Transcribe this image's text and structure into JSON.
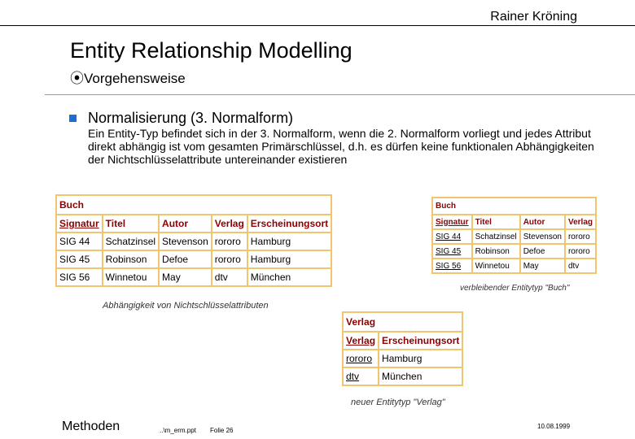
{
  "header": {
    "author": "Rainer Kröning"
  },
  "slide": {
    "title": "Entity Relationship Modelling",
    "subtitle": "⦿Vorgehensweise",
    "bullet": "Normalisierung (3. Normalform)",
    "paragraph": "Ein Entity-Typ befindet sich in der 3. Normalform, wenn die 2. Normalform vorliegt und jedes Attribut direkt abhängig ist vom gesamten Primärschlüssel, d.h. es dürfen keine funktionalen Abhängigkeiten der Nichtschlüsselattribute untereinander existieren"
  },
  "table_buch_full": {
    "caption": "Buch",
    "columns": [
      "Signatur",
      "Titel",
      "Autor",
      "Verlag",
      "Erscheinungsort"
    ],
    "rows": [
      [
        "SIG 44",
        "Schatzinsel",
        "Stevenson",
        "rororo",
        "Hamburg"
      ],
      [
        "SIG 45",
        "Robinson",
        "Defoe",
        "rororo",
        "Hamburg"
      ],
      [
        "SIG 56",
        "Winnetou",
        "May",
        "dtv",
        "München"
      ]
    ],
    "note": "Abhängigkeit von Nichtschlüsselattributen"
  },
  "table_buch_remaining": {
    "caption": "Buch",
    "columns": [
      "Signatur",
      "Titel",
      "Autor",
      "Verlag"
    ],
    "rows": [
      [
        "SIG 44",
        "Schatzinsel",
        "Stevenson",
        "rororo"
      ],
      [
        "SIG 45",
        "Robinson",
        "Defoe",
        "rororo"
      ],
      [
        "SIG 56",
        "Winnetou",
        "May",
        "dtv"
      ]
    ],
    "note": "verbleibender Entitytyp \"Buch\""
  },
  "table_verlag": {
    "caption": "Verlag",
    "columns": [
      "Verlag",
      "Erscheinungsort"
    ],
    "rows": [
      [
        "rororo",
        "Hamburg"
      ],
      [
        "dtv",
        "München"
      ]
    ],
    "note": "neuer Entitytyp \"Verlag\""
  },
  "footer": {
    "title": "Methoden",
    "path": "..\\m_erm.ppt",
    "folie": "Folie 26",
    "date": "10.08.1999"
  },
  "colors": {
    "table_border": "#f0c570",
    "header_text": "#8b0000",
    "bullet": "#1b6fd0"
  }
}
